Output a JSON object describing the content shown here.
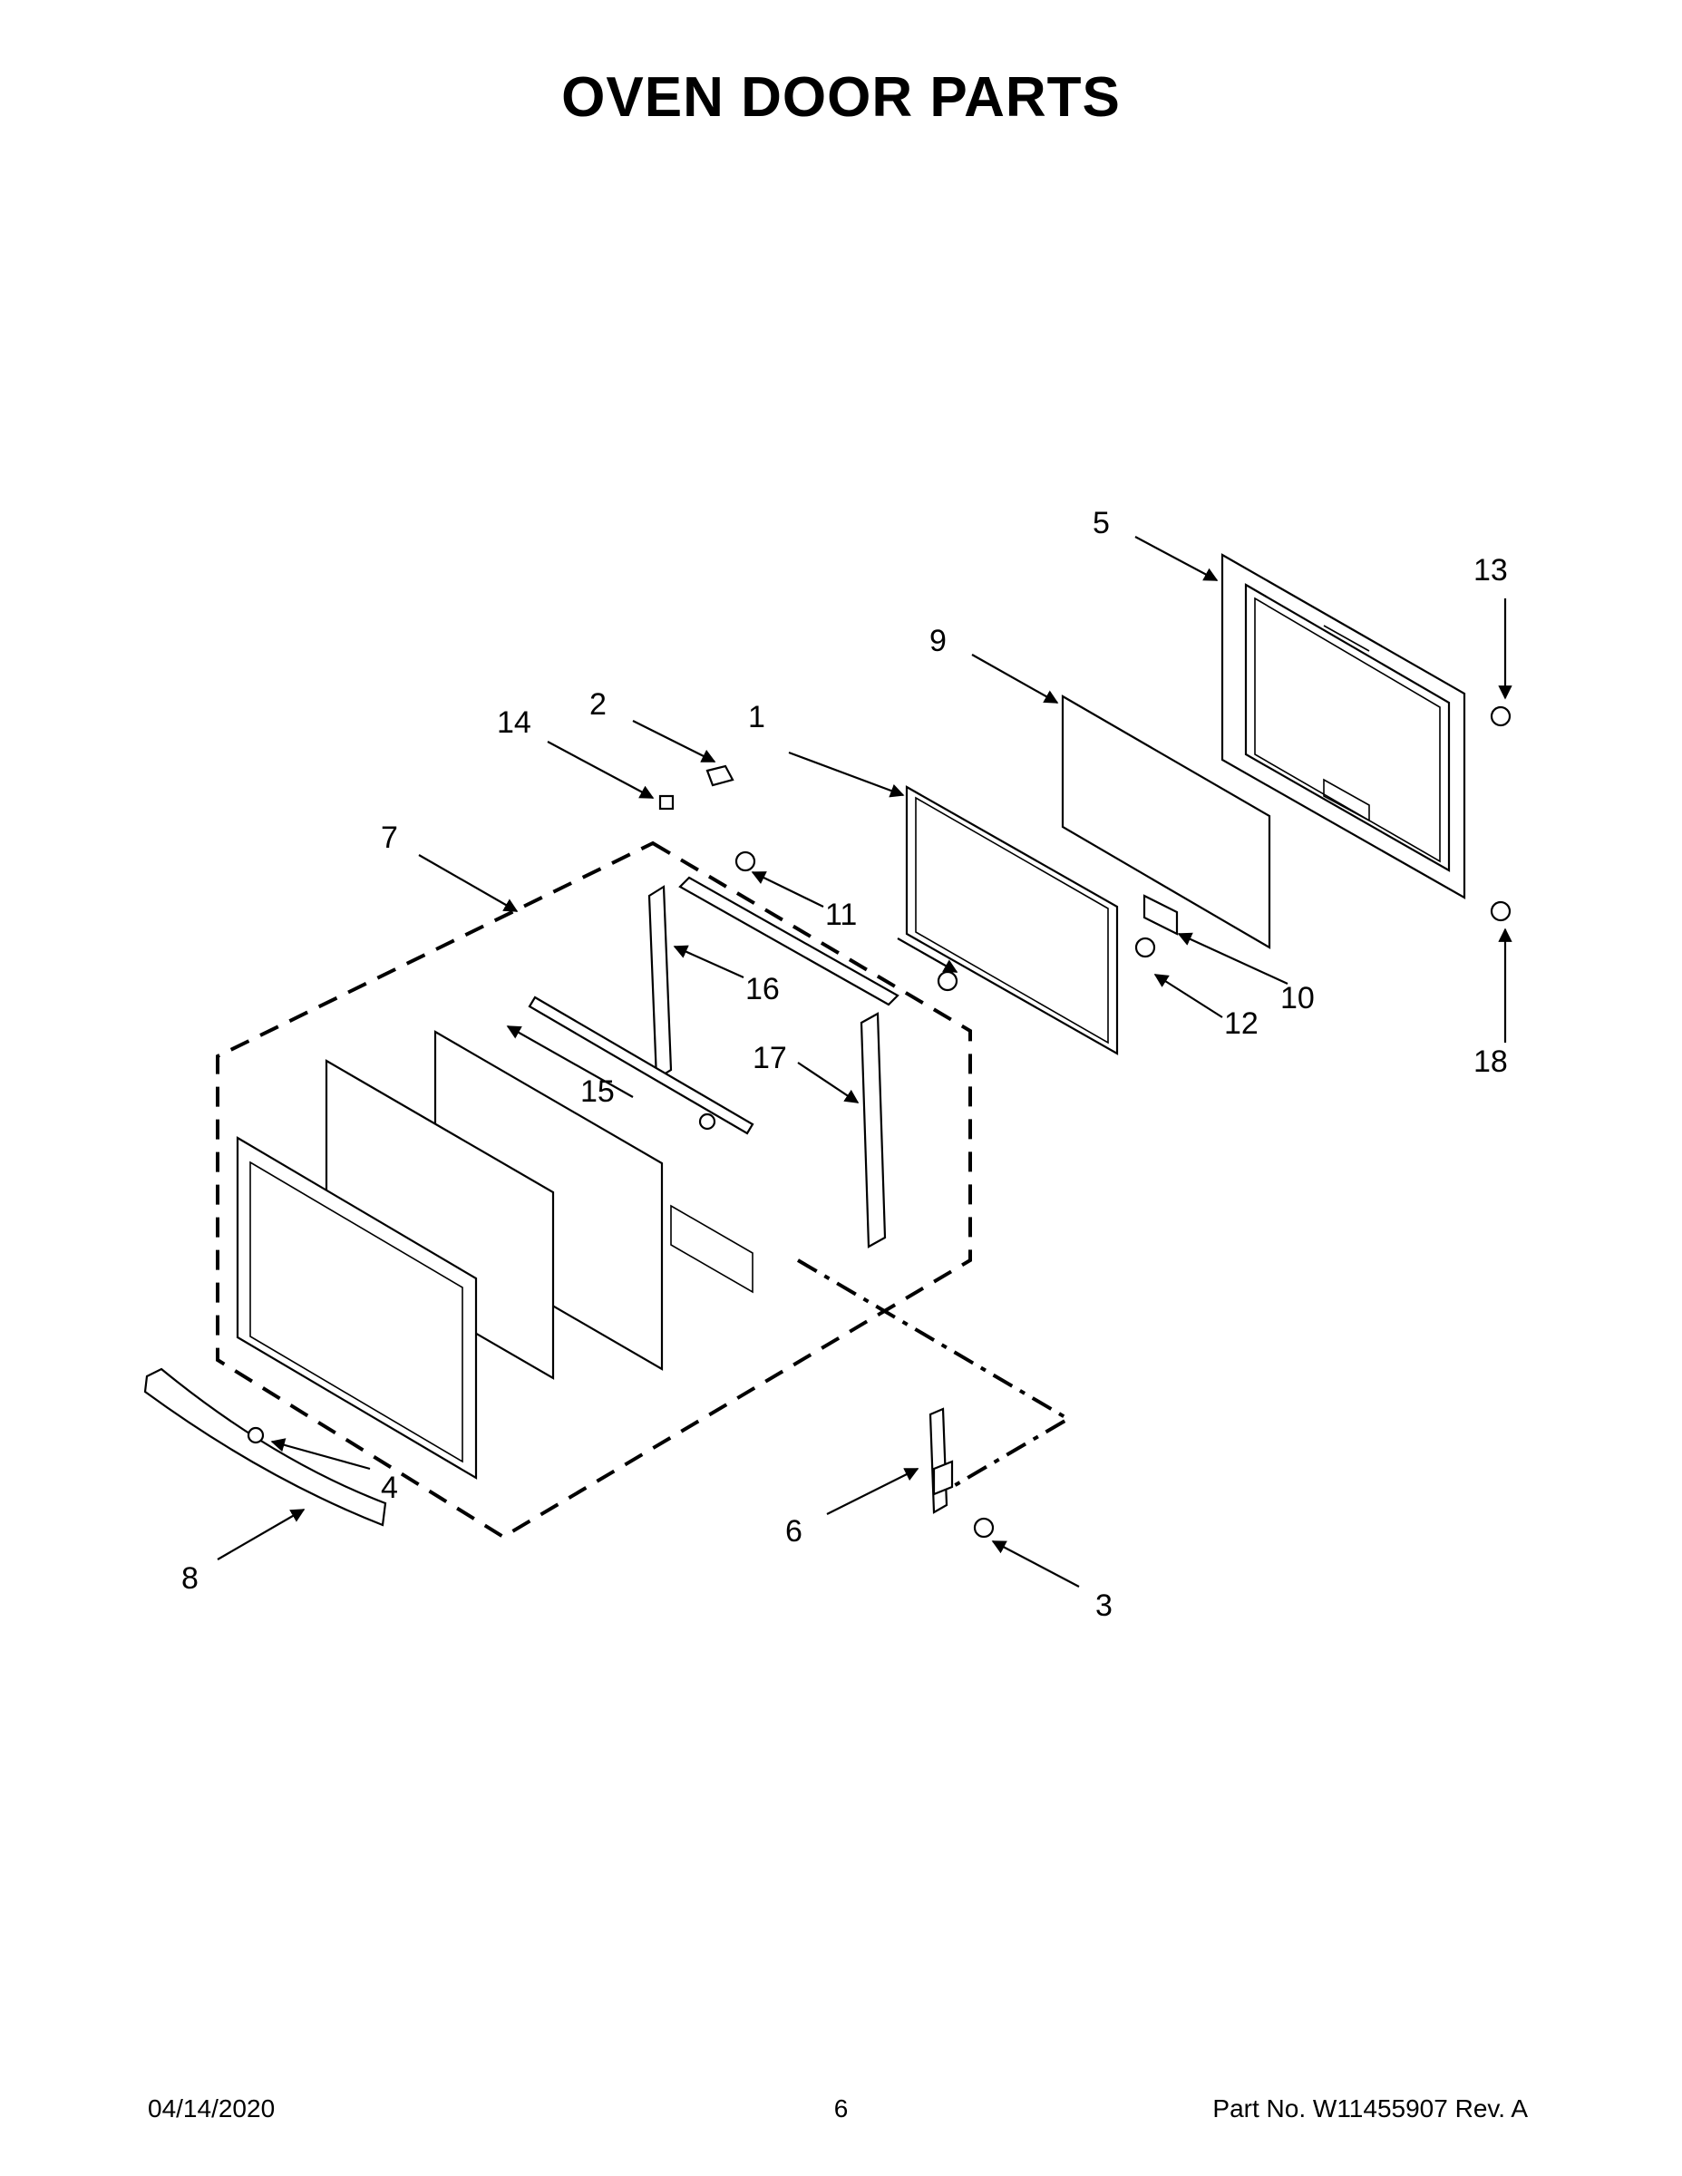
{
  "document": {
    "title": "OVEN DOOR PARTS",
    "footer": {
      "date": "04/14/2020",
      "page": "6",
      "part_number": "Part No.  W11455907  Rev.  A"
    }
  },
  "callouts": [
    {
      "id": "c1",
      "label": "1"
    },
    {
      "id": "c2",
      "label": "2"
    },
    {
      "id": "c3",
      "label": "3"
    },
    {
      "id": "c4",
      "label": "4"
    },
    {
      "id": "c5",
      "label": "5"
    },
    {
      "id": "c6",
      "label": "6"
    },
    {
      "id": "c7",
      "label": "7"
    },
    {
      "id": "c8",
      "label": "8"
    },
    {
      "id": "c9",
      "label": "9"
    },
    {
      "id": "c10",
      "label": "10"
    },
    {
      "id": "c11",
      "label": "11"
    },
    {
      "id": "c12",
      "label": "12"
    },
    {
      "id": "c13",
      "label": "13"
    },
    {
      "id": "c14",
      "label": "14"
    },
    {
      "id": "c15",
      "label": "15"
    },
    {
      "id": "c16",
      "label": "16"
    },
    {
      "id": "c17",
      "label": "17"
    },
    {
      "id": "c18",
      "label": "18"
    }
  ]
}
